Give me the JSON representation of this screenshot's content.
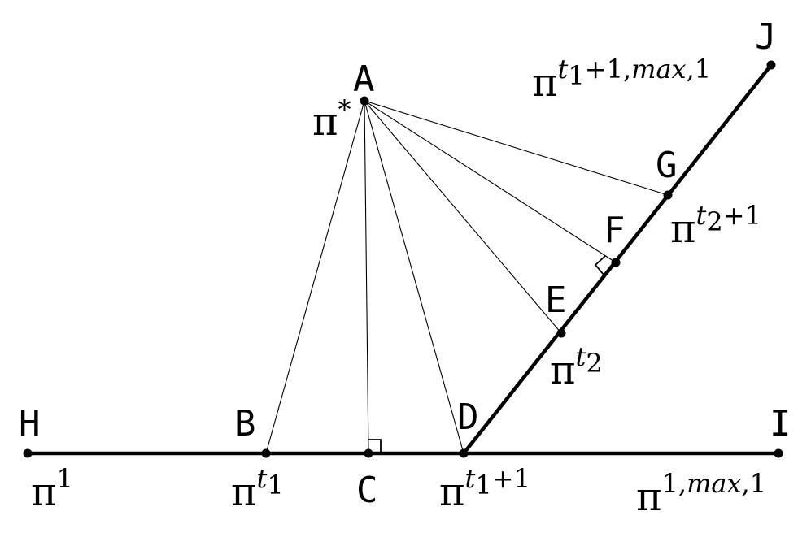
{
  "points": {
    "A": "A",
    "B": "B",
    "C": "C",
    "D": "D",
    "E": "E",
    "F": "F",
    "G": "G",
    "H": "H",
    "I": "I",
    "J": "J"
  },
  "labels": {
    "pi_symbol": "π",
    "star": "*",
    "H": {
      "sup": "1"
    },
    "B": {
      "sup_t": "t",
      "sub": "1"
    },
    "D": {
      "sup_t": "t",
      "sub": "1",
      "rest": "+1"
    },
    "I": {
      "sup": "1,",
      "sup_it": "max",
      "sup_tail": ",1"
    },
    "E": {
      "sup_t": "t",
      "sub": "2"
    },
    "G": {
      "sup_t": "t",
      "sub": "2",
      "rest": "+1"
    },
    "J": {
      "sup_t": "t",
      "sub": "1",
      "rest": "+1,",
      "sup_it": "max",
      "sup_tail": ",1"
    }
  }
}
